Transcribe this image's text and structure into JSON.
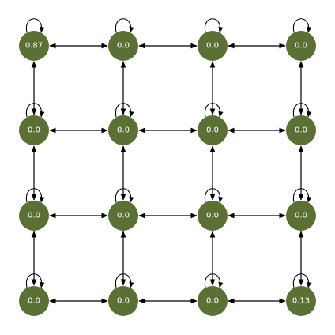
{
  "graph": {
    "rows": 4,
    "cols": 4,
    "node_color": "#5b7034",
    "label_color": "#ffffff",
    "edge_color": "#000000",
    "edges_bidirectional": true,
    "self_loops": true,
    "nodes": [
      {
        "id": "n-0-0",
        "label": "0.87"
      },
      {
        "id": "n-0-1",
        "label": "0.0"
      },
      {
        "id": "n-0-2",
        "label": "0.0"
      },
      {
        "id": "n-0-3",
        "label": "0.0"
      },
      {
        "id": "n-1-0",
        "label": "0.0"
      },
      {
        "id": "n-1-1",
        "label": "0.0"
      },
      {
        "id": "n-1-2",
        "label": "0.0"
      },
      {
        "id": "n-1-3",
        "label": "0.0"
      },
      {
        "id": "n-2-0",
        "label": "0.0"
      },
      {
        "id": "n-2-1",
        "label": "0.0"
      },
      {
        "id": "n-2-2",
        "label": "0.0"
      },
      {
        "id": "n-2-3",
        "label": "0.0"
      },
      {
        "id": "n-3-0",
        "label": "0.0"
      },
      {
        "id": "n-3-1",
        "label": "0.0"
      },
      {
        "id": "n-3-2",
        "label": "0.0"
      },
      {
        "id": "n-3-3",
        "label": "0.13"
      }
    ]
  }
}
